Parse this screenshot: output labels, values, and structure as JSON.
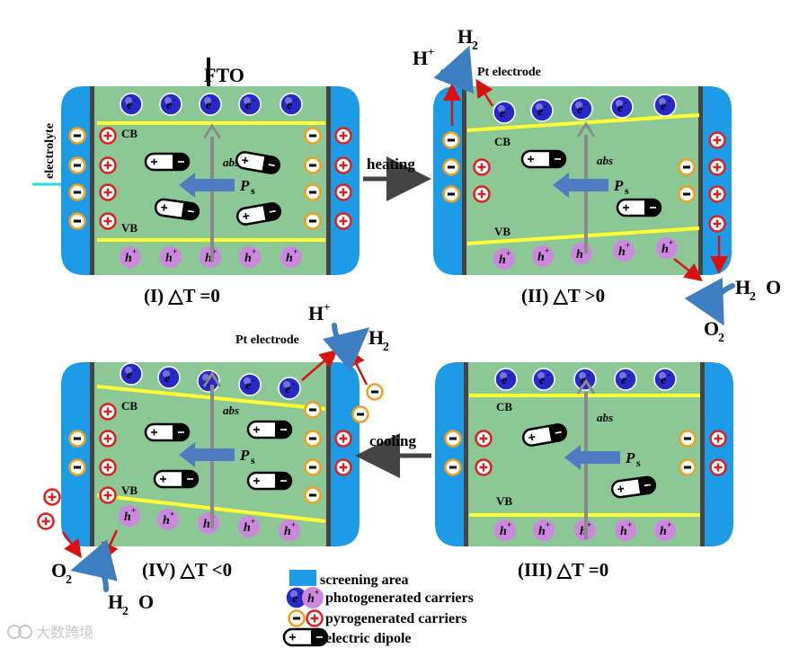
{
  "panels": {
    "p1": {
      "caption": "(I)  △T =0",
      "fto": "FTO",
      "electrolyte": "electrolyte"
    },
    "p2": {
      "caption": "(II)  △T >0",
      "pt": "Pt electrode"
    },
    "p3": {
      "caption": "(III)  △T =0"
    },
    "p4": {
      "caption": "(IV) △T <0",
      "pt": "Pt electrode"
    }
  },
  "labels": {
    "cb": "CB",
    "vb": "VB",
    "abs": "abs",
    "ps": "P",
    "ps_sub": "s",
    "heating": "heating",
    "cooling": "cooling",
    "h_plus": "H",
    "h2": "H",
    "two": "2",
    "plus": "+",
    "h2o": "H",
    "o2": "O",
    "o": "O",
    "electron": "e",
    "minus": "-",
    "hole": "h"
  },
  "legend": {
    "screening": "screening area",
    "photo": "photogenerated carriers",
    "pyro": "pyrogenerated carriers",
    "dipole": "electric dipole"
  },
  "watermark": "大数跨境",
  "colors": {
    "panel_fill": "#8cc896",
    "screening": "#1e9be6",
    "band": "#ffff33",
    "electron": "#2828c8",
    "hole": "#cc88dd",
    "pyro_minus": "#f0a020",
    "pyro_plus": "#dd2020",
    "ps_arrow": "#4e7bc2",
    "ps_text": "#e01010"
  }
}
